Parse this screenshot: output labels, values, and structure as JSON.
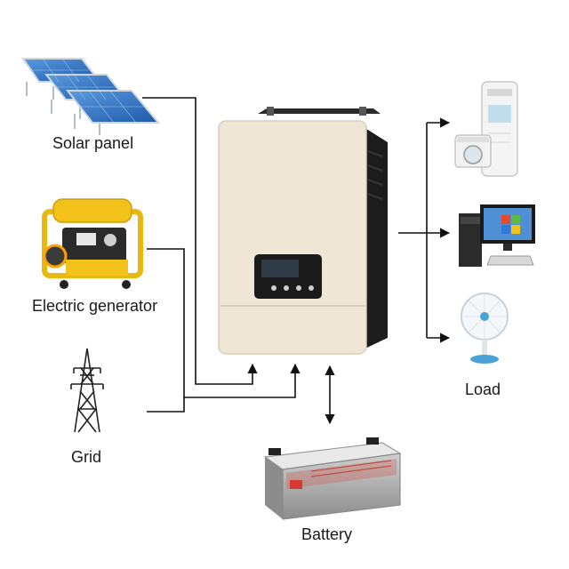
{
  "labels": {
    "solar_panel": "Solar panel",
    "electric_generator": "Electric generator",
    "grid": "Grid",
    "load": "Load",
    "battery": "Battery"
  },
  "colors": {
    "line": "#111111",
    "inverter_body": "#efe6d6",
    "inverter_side": "#1c1c1c",
    "solar_cell": "#2a6fc4",
    "generator_frame": "#f2c21a",
    "battery_case": "#9a9a9a",
    "battery_label": "#d53a2f"
  },
  "icons": {
    "solar": "solar-panel-icon",
    "generator": "generator-icon",
    "grid": "power-tower-icon",
    "inverter": "hybrid-inverter",
    "air_conditioner": "air-conditioner-icon",
    "washing_machine": "washing-machine-icon",
    "computer": "desktop-computer-icon",
    "fan": "fan-icon",
    "battery": "battery-icon"
  }
}
